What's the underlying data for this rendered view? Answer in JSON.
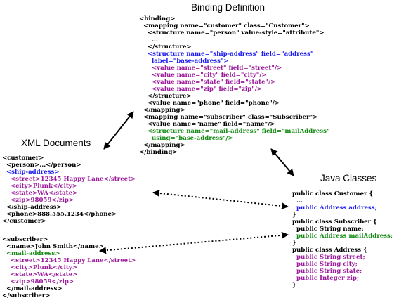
{
  "titles": {
    "binding": "Binding Definition",
    "xml": "XML Documents",
    "java": "Java Classes"
  },
  "colors": {
    "default": "#000000",
    "blue": "#1c1cf0",
    "purple": "#9c1a9c",
    "green": "#138a13"
  },
  "binding_lines": [
    {
      "text": "<binding>",
      "color": "black"
    },
    {
      "text": "  <mapping name=\"customer\" class=\"Customer\">",
      "color": "black"
    },
    {
      "text": "    <structure name=\"person\" value-style=\"attribute\">",
      "color": "black"
    },
    {
      "text": "      ...",
      "color": "black"
    },
    {
      "text": "    </structure>",
      "color": "black"
    },
    {
      "text": "    <structure name=\"ship-address\" field=\"address\"",
      "color": "blue"
    },
    {
      "text": "      label=\"base-address\">",
      "color": "blue"
    },
    {
      "text": "      <value name=\"street\" field=\"street\"/>",
      "color": "purple"
    },
    {
      "text": "      <value name=\"city\" field=\"city\"/>",
      "color": "purple"
    },
    {
      "text": "      <value name=\"state\" field=\"state\"/>",
      "color": "purple"
    },
    {
      "text": "      <value name=\"zip\" field=\"zip\"/>",
      "color": "purple"
    },
    {
      "text": "    </structure>",
      "color": "black"
    },
    {
      "text": "    <value name=\"phone\" field=\"phone\"/>",
      "color": "black"
    },
    {
      "text": "  </mapping>",
      "color": "black"
    },
    {
      "text": "  <mapping name=\"subscriber\" class=\"Subscriber\">",
      "color": "black"
    },
    {
      "text": "    <value name=\"name\" field=\"name\"/>",
      "color": "black"
    },
    {
      "text": "    <structure name=\"mail-address\" field=\"mailAddress\"",
      "color": "green"
    },
    {
      "text": "      using=\"base-address\"/>",
      "color": "green"
    },
    {
      "text": "  </mapping>",
      "color": "black"
    },
    {
      "text": "</binding>",
      "color": "black"
    }
  ],
  "xml_customer_lines": [
    {
      "text": "<customer>",
      "color": "black"
    },
    {
      "text": "  <person>...</person>",
      "color": "black"
    },
    {
      "text": "  <ship-address>",
      "color": "blue"
    },
    {
      "text": "    <street>12345 Happy Lane</street>",
      "color": "purple"
    },
    {
      "text": "    <city>Plunk</city>",
      "color": "purple"
    },
    {
      "text": "    <state>WA</state>",
      "color": "purple"
    },
    {
      "text": "    <zip>98059</zip>",
      "color": "purple"
    },
    {
      "text": "  </ship-address>",
      "color": "black"
    },
    {
      "text": "  <phone>888.555.1234</phone>",
      "color": "black"
    },
    {
      "text": "</customer>",
      "color": "black"
    }
  ],
  "xml_subscriber_lines": [
    {
      "text": "<subscriber>",
      "color": "black"
    },
    {
      "text": "  <name>John Smith</name>",
      "color": "black"
    },
    {
      "text": "  <mail-address>",
      "color": "green"
    },
    {
      "text": "    <street>12345 Happy Lane</street>",
      "color": "purple"
    },
    {
      "text": "    <city>Plunk</city>",
      "color": "purple"
    },
    {
      "text": "    <state>WA</state>",
      "color": "purple"
    },
    {
      "text": "    <zip>98059</zip>",
      "color": "purple"
    },
    {
      "text": "  </mail-address>",
      "color": "black"
    },
    {
      "text": "</subscriber>",
      "color": "black"
    }
  ],
  "java_lines": [
    {
      "text": "public class Customer {",
      "color": "black"
    },
    {
      "text": "  ...",
      "color": "black"
    },
    {
      "text": "  public Address address;",
      "color": "blue"
    },
    {
      "text": "}",
      "color": "black"
    },
    {
      "text": "public class Subscriber {",
      "color": "black"
    },
    {
      "text": "  public String name;",
      "color": "black"
    },
    {
      "text": "  public Address mailAddress;",
      "color": "green"
    },
    {
      "text": "}",
      "color": "black"
    },
    {
      "text": "public class Address {",
      "color": "black"
    },
    {
      "text": "  public String street;",
      "color": "purple"
    },
    {
      "text": "  public String city;",
      "color": "purple"
    },
    {
      "text": "  public String state;",
      "color": "purple"
    },
    {
      "text": "  public Integer zip;",
      "color": "purple"
    },
    {
      "text": "}",
      "color": "black"
    }
  ]
}
